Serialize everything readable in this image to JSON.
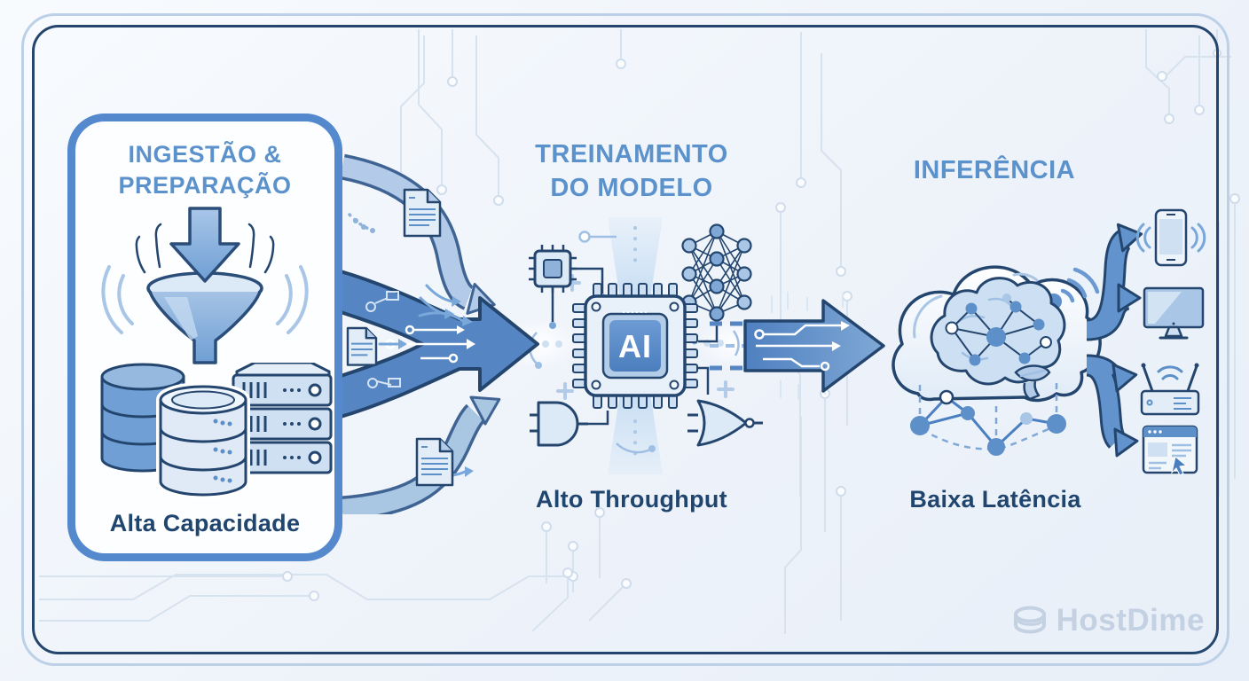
{
  "diagram": {
    "stages": {
      "ingestion": {
        "title_line1": "INGESTÃO &",
        "title_line2": "PREPARAÇÃO",
        "caption": "Alta Capacidade",
        "icons": [
          "down-arrow-icon",
          "funnel-icon",
          "signal-waves-icon",
          "database-icon",
          "server-rack-icon"
        ]
      },
      "training": {
        "title_line1": "TREINAMENTO",
        "title_line2": "DO MODELO",
        "caption": "Alto Throughput",
        "chip_label": "AI",
        "icons": [
          "ai-chip-icon",
          "microchip-icon",
          "neural-network-icon",
          "and-gate-icon",
          "nor-gate-icon",
          "plus-mark-icon"
        ]
      },
      "inference": {
        "title": "INFERÊNCIA",
        "caption": "Baixa Latência",
        "icons": [
          "cloud-icon",
          "brain-network-icon",
          "wifi-icon",
          "node-network-icon",
          "smartphone-icon",
          "monitor-icon",
          "router-icon",
          "browser-icon"
        ]
      }
    },
    "connectors": {
      "icons": [
        "merge-arrow-icon",
        "curved-arrow-icon",
        "document-icon",
        "transfer-arrow-icon",
        "branch-arrow-icon"
      ]
    },
    "branding": {
      "logo_text": "HostDime",
      "logo_icon": "hostdime-coin-icon"
    },
    "colors": {
      "title_blue": "#5b92cc",
      "caption_navy": "#20456e",
      "card_border": "#5489ce",
      "outline_navy": "#24466e",
      "arrow_dark": "#5585c2",
      "arrow_light": "#b3cbe8",
      "circuit_trace": "#d7e2ef",
      "background": "#f2f6fa",
      "logo_gray": "#c3d1e3"
    }
  }
}
